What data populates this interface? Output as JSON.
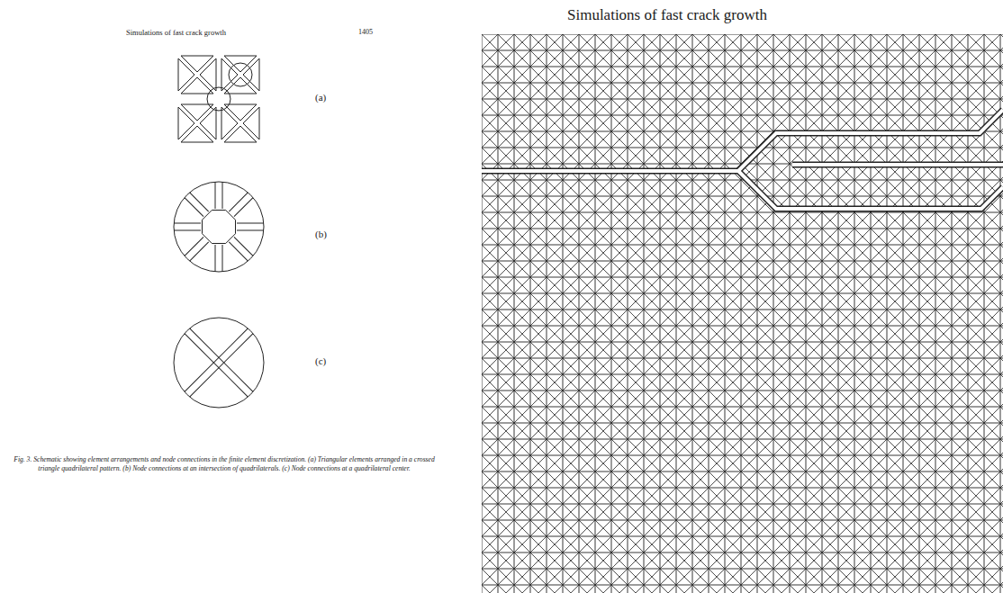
{
  "diagram": {
    "title": "Simulations of fast crack growth",
    "caption": "Fig. 3. Schematic showing element arrangements and node connections in the finite element discretization. (a) Triangular elements arranged in a crossed triangle quadrilateral pattern. (b) Node connections at an intersection of quadrilaterals. (c) Node connections at a quadrilateral center.",
    "labels": [
      "Simulations of fast crack growth",
      "1405",
      "(a)",
      "(b)",
      "(c)"
    ]
  }
}
